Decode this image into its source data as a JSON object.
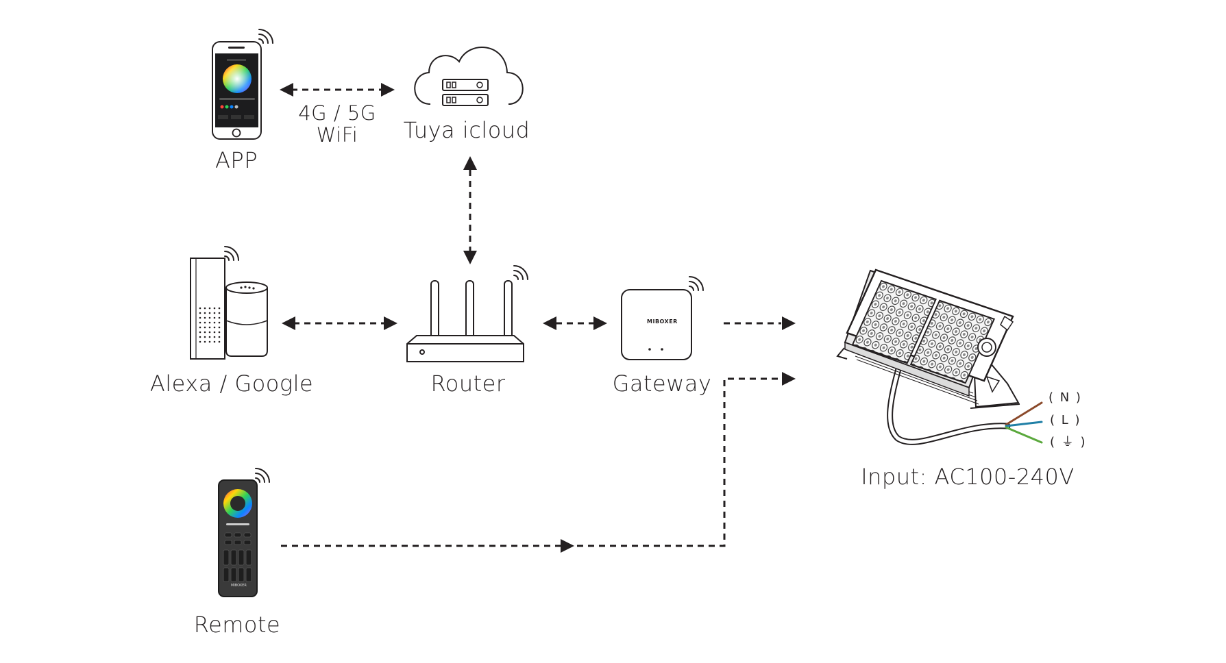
{
  "nodes": {
    "app": {
      "label": "APP"
    },
    "cloud": {
      "label": "Tuya icloud"
    },
    "assistant": {
      "label": "Alexa / Google"
    },
    "router": {
      "label": "Router"
    },
    "gateway": {
      "label": "Gateway",
      "brand": "MIBOXER"
    },
    "remote": {
      "label": "Remote",
      "brand": "MIBOXER"
    },
    "light": {
      "label": "Input: AC100-240V"
    }
  },
  "links": {
    "app_cloud": {
      "line1": "4G / 5G",
      "line2": "WiFi"
    }
  },
  "wires": [
    {
      "label": "( N )",
      "color": "#8b4a2b"
    },
    {
      "label": "( L )",
      "color": "#1f7fa6"
    },
    {
      "label": "( ⏚ )",
      "color": "#5aa83c"
    }
  ],
  "colors": {
    "ink": "#231f20",
    "line": "#231f20"
  },
  "icons": [
    "wifi-signal-icon",
    "smartphone-icon",
    "cloud-server-icon",
    "smart-speaker-icon",
    "router-icon",
    "gateway-icon",
    "remote-control-icon",
    "floodlight-icon"
  ]
}
